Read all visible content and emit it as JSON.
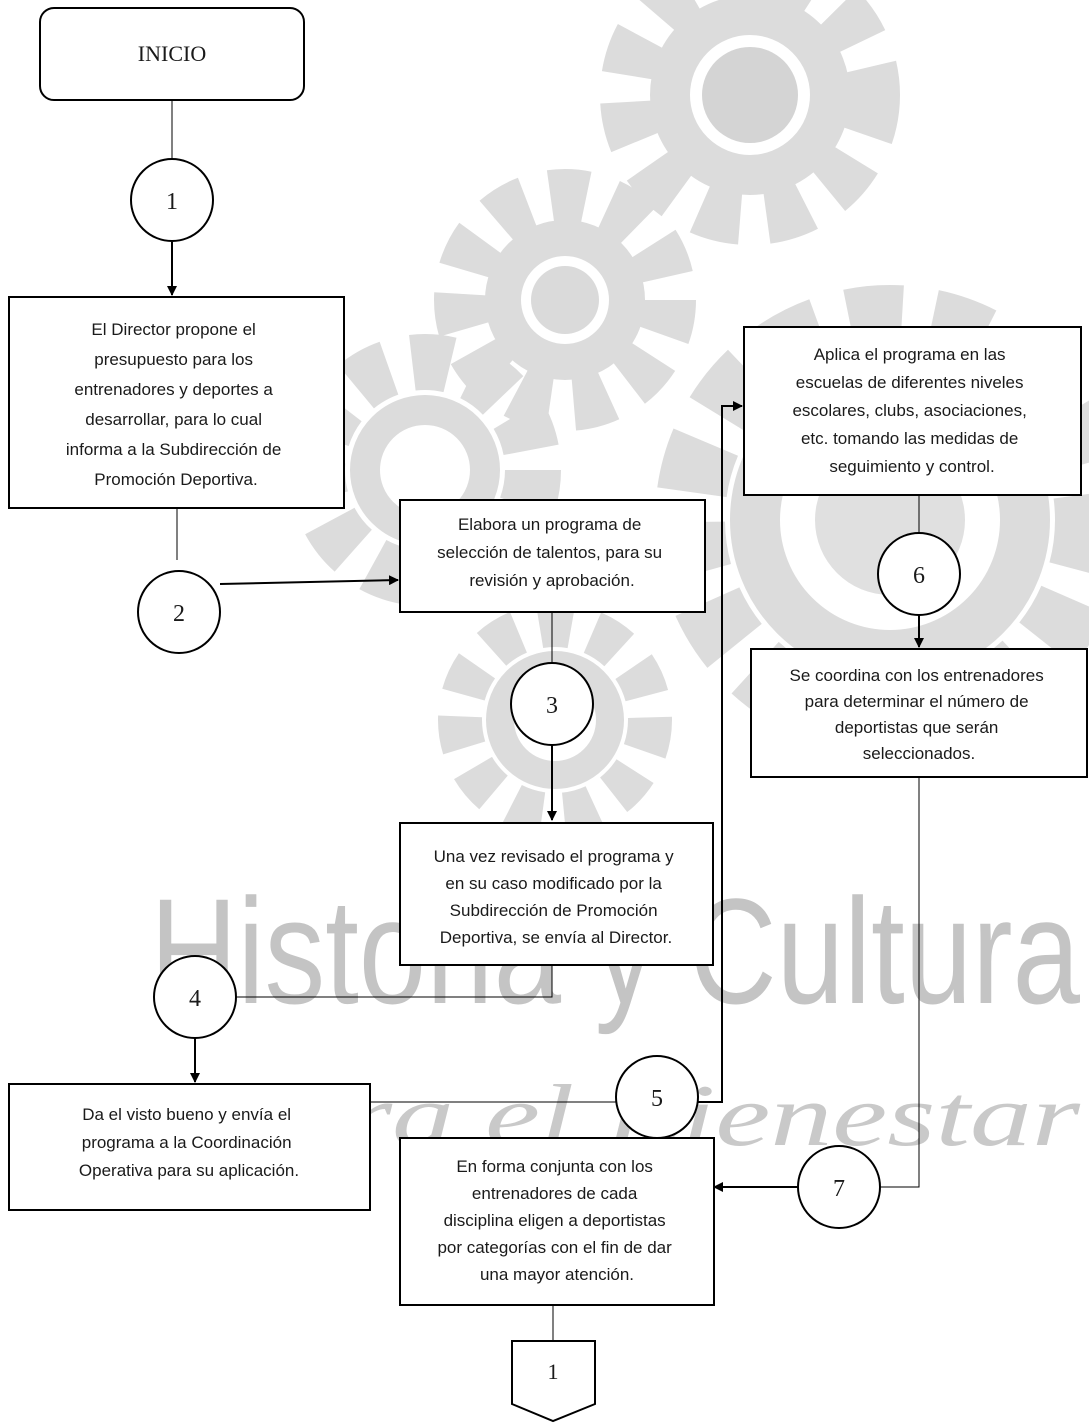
{
  "watermark": {
    "line1": "Historia y Cultura",
    "line2": "para el Bienestar"
  },
  "start": "INICIO",
  "connectors": {
    "c1": "1",
    "c2": "2",
    "c3": "3",
    "c4": "4",
    "c5": "5",
    "c6": "6",
    "c7": "7",
    "offpage": "1"
  },
  "steps": {
    "s1": [
      "El Director propone el",
      "presupuesto para los",
      "entrenadores y deportes a",
      "desarrollar, para lo cual",
      "informa a la Subdirección de",
      "Promoción Deportiva."
    ],
    "s2": [
      "Elabora un programa de",
      "selección de talentos, para su",
      "revisión y aprobación."
    ],
    "s3": [
      "Una vez revisado el programa y",
      "en su caso modificado por la",
      "Subdirección de Promoción",
      "Deportiva, se envía al Director."
    ],
    "s4": [
      "Da el visto bueno y envía el",
      "programa a la Coordinación",
      "Operativa para su aplicación."
    ],
    "s5": [
      "Aplica el programa en las",
      "escuelas de diferentes niveles",
      "escolares, clubs, asociaciones,",
      "etc. tomando las medidas de",
      "seguimiento y control."
    ],
    "s6": [
      "Se coordina con los entrenadores",
      "para determinar el número de",
      "deportistas que serán",
      "seleccionados."
    ],
    "s7": [
      "En forma conjunta con los",
      "entrenadores de cada",
      "disciplina eligen a deportistas",
      "por categorías con el fin de dar",
      "una mayor atención."
    ]
  }
}
